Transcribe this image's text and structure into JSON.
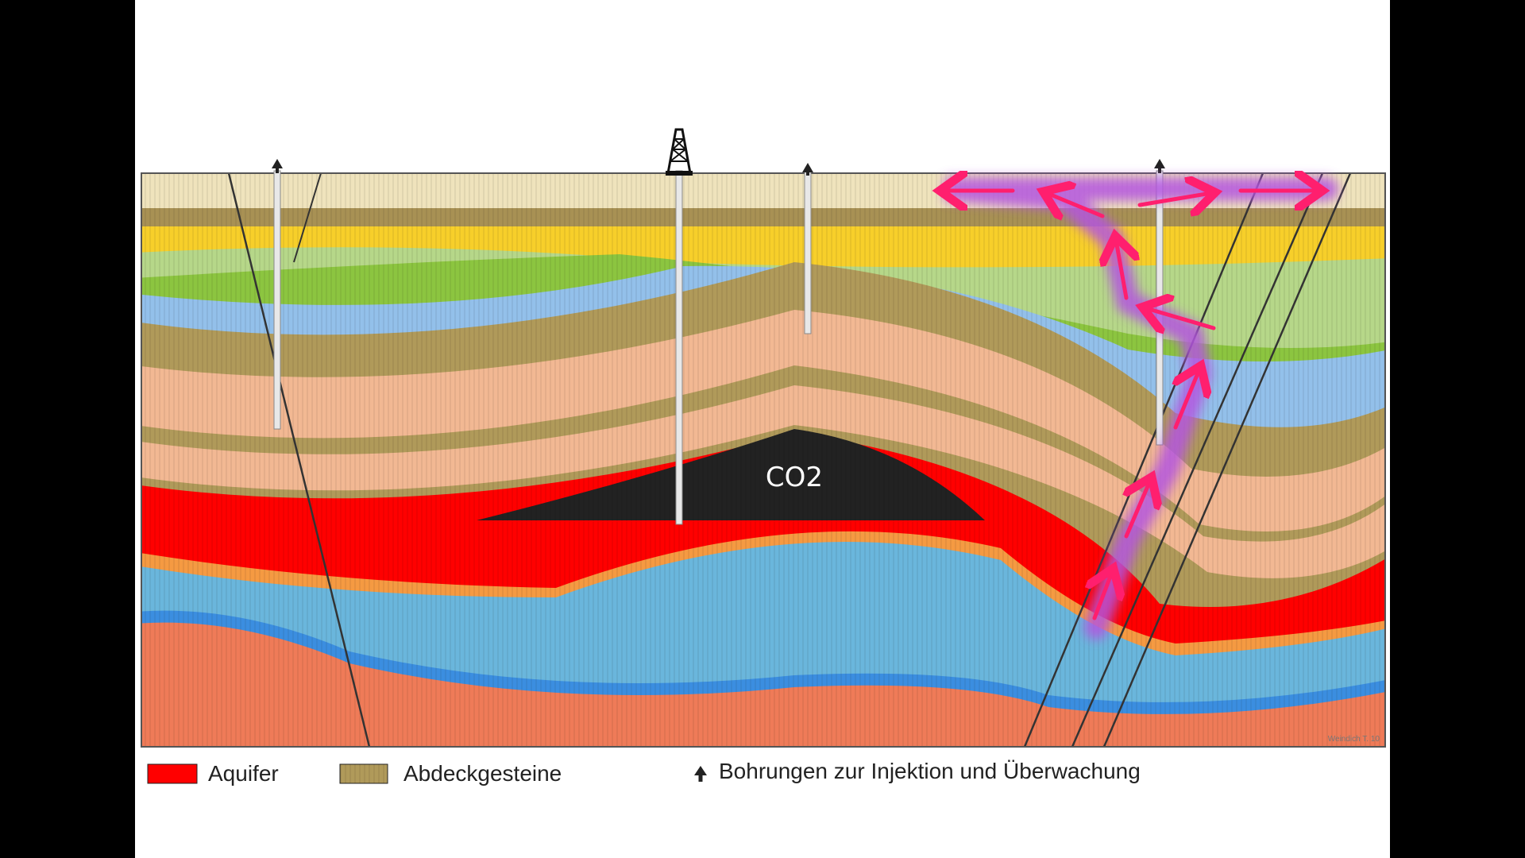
{
  "diagram": {
    "co2_label": "CO2",
    "signature": "Weindich T. 10"
  },
  "legend": {
    "aquifer": "Aquifer",
    "caprock": "Abdeckgesteine",
    "wells": "Bohrungen zur Injektion und Überwachung"
  },
  "colors": {
    "frame_black": "#000000",
    "page_white": "#ffffff",
    "aquifer_red": "#ff0000",
    "caprock_brown": "#b09a5a",
    "co2_black": "#222222",
    "leak_arrow": "#ff1f6e",
    "leak_glow": "#b455e0",
    "soil": "#efe3bc",
    "yellow": "#f7cf2a",
    "light_green": "#b6d789",
    "green": "#8cc540",
    "light_blue": "#93c0ea",
    "peach": "#f2b893",
    "salmon": "#ef7b58",
    "sky_blue": "#6ab6dc",
    "blue_line": "#3b8ee0",
    "orange_line": "#f59a42"
  },
  "icons": {
    "rig": "drilling-rig-icon",
    "wellhead": "wellhead-arrow-icon"
  }
}
